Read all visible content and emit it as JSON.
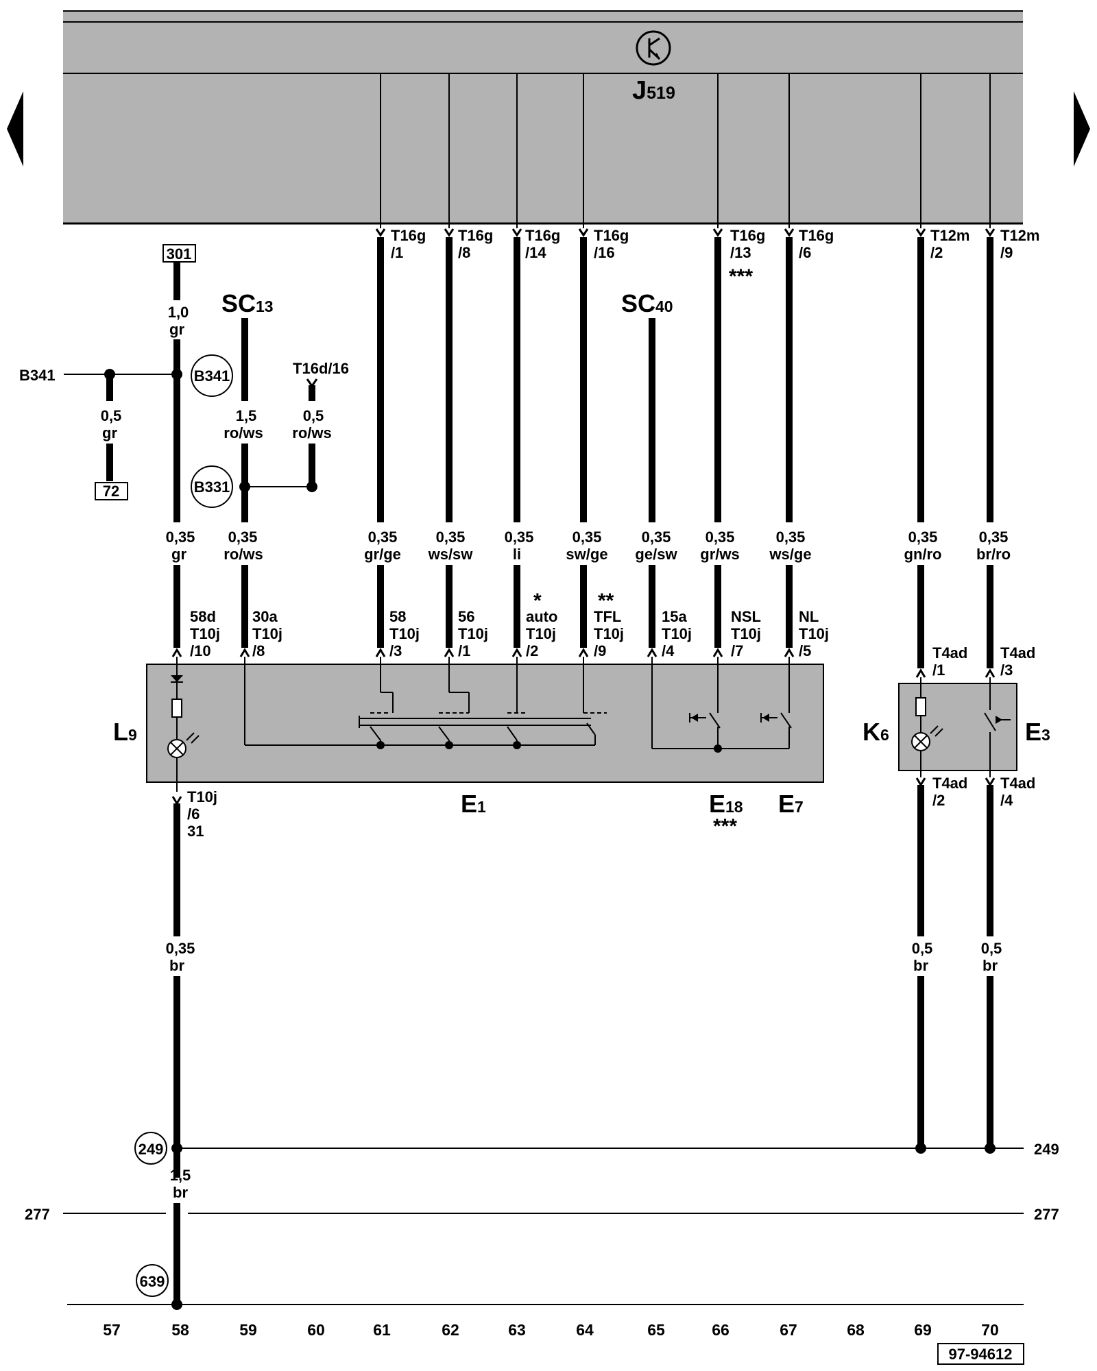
{
  "unit": {
    "code": "J",
    "sub": "519"
  },
  "connectors_top": [
    {
      "id": "t16g-1",
      "code": "T16g",
      "pin": "/1",
      "size": "0,35",
      "color": "gr/ge"
    },
    {
      "id": "t16g-8",
      "code": "T16g",
      "pin": "/8",
      "size": "0,35",
      "color": "ws/sw"
    },
    {
      "id": "t16g-14",
      "code": "T16g",
      "pin": "/14",
      "size": "0,35",
      "color": "li"
    },
    {
      "id": "t16g-16",
      "code": "T16g",
      "pin": "/16",
      "size": "0,35",
      "color": "sw/ge"
    },
    {
      "id": "t16g-13",
      "code": "T16g",
      "pin": "/13",
      "note": "***",
      "size": "0,35",
      "color": "gr/ws"
    },
    {
      "id": "t16g-6",
      "code": "T16g",
      "pin": "/6",
      "size": "0,35",
      "color": "ws/ge"
    },
    {
      "id": "t12m-2",
      "code": "T12m",
      "pin": "/2",
      "size": "0,35",
      "color": "gn/ro"
    },
    {
      "id": "t12m-9",
      "code": "T12m",
      "pin": "/9",
      "size": "0,35",
      "color": "br/ro"
    }
  ],
  "supplies": [
    {
      "id": "sc13",
      "label": "SC",
      "sub": "13"
    },
    {
      "id": "sc40",
      "label": "SC",
      "sub": "40"
    }
  ],
  "refs": {
    "box_301": "301",
    "box_72": "72",
    "b341_line": "B341",
    "b341_node": "B341",
    "b331_node": "B331",
    "t16d": "T16d/16",
    "node_249": "249",
    "node_639": "639",
    "line_249_right": "249",
    "line_277_left": "277",
    "line_277_right": "277",
    "drawing_no": "97-94612"
  },
  "wires": {
    "w301": {
      "size": "1,0",
      "color": "gr"
    },
    "b341_branch": {
      "size": "0,5",
      "color": "gr"
    },
    "sc13": {
      "size": "1,5",
      "color": "ro/ws"
    },
    "t16d": {
      "size": "0,5",
      "color": "ro/ws"
    },
    "l9_in": {
      "size": "0,35",
      "color": "gr"
    },
    "e1_30a": {
      "size": "0,35",
      "color": "ro/ws"
    },
    "sc40": {
      "size": "0,35",
      "color": "ge/sw"
    },
    "ground_l9": {
      "size": "0,35",
      "color": "br"
    },
    "ground_k6": {
      "size": "0,5",
      "color": "br"
    },
    "ground_e3": {
      "size": "0,5",
      "color": "br"
    },
    "ground_main": {
      "size": "1,5",
      "color": "br"
    }
  },
  "switch_pins": [
    {
      "id": "58d",
      "term": "58d",
      "code": "T10j",
      "pin": "/10"
    },
    {
      "id": "30a",
      "term": "30a",
      "code": "T10j",
      "pin": "/8"
    },
    {
      "id": "58",
      "term": "58",
      "code": "T10j",
      "pin": "/3"
    },
    {
      "id": "56",
      "term": "56",
      "code": "T10j",
      "pin": "/1"
    },
    {
      "id": "auto",
      "note": "*",
      "term": "auto",
      "code": "T10j",
      "pin": "/2"
    },
    {
      "id": "tfl",
      "note": "**",
      "term": "TFL",
      "code": "T10j",
      "pin": "/9"
    },
    {
      "id": "15a",
      "term": "15a",
      "code": "T10j",
      "pin": "/4"
    },
    {
      "id": "nsl",
      "term": "NSL",
      "code": "T10j",
      "pin": "/7"
    },
    {
      "id": "nl",
      "term": "NL",
      "code": "T10j",
      "pin": "/5"
    }
  ],
  "l9_ground_pin": {
    "code": "T10j",
    "pin": "/6",
    "term": "31"
  },
  "t4ad": [
    {
      "id": "t4ad-1",
      "code": "T4ad",
      "pin": "/1"
    },
    {
      "id": "t4ad-3",
      "code": "T4ad",
      "pin": "/3"
    },
    {
      "id": "t4ad-2",
      "code": "T4ad",
      "pin": "/2"
    },
    {
      "id": "t4ad-4",
      "code": "T4ad",
      "pin": "/4"
    }
  ],
  "components": {
    "l9": {
      "label": "L",
      "sub": "9"
    },
    "e1": {
      "label": "E",
      "sub": "1"
    },
    "e18": {
      "label": "E",
      "sub": "18",
      "note": "***"
    },
    "e7": {
      "label": "E",
      "sub": "7"
    },
    "k6": {
      "label": "K",
      "sub": "6"
    },
    "e3": {
      "label": "E",
      "sub": "3"
    }
  },
  "columns": [
    "57",
    "58",
    "59",
    "60",
    "61",
    "62",
    "63",
    "64",
    "65",
    "66",
    "67",
    "68",
    "69",
    "70"
  ],
  "style": {
    "panel_fill": "#b3b3b3",
    "line_color": "#000000"
  }
}
